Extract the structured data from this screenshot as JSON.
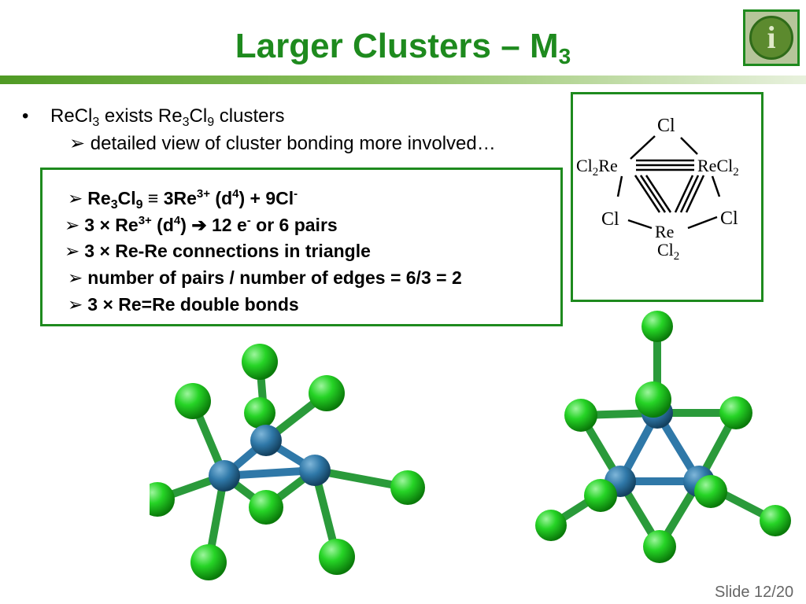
{
  "slide": {
    "title_main": "Larger Clusters – M",
    "title_sub": "3",
    "footer": "Slide 12/20",
    "accent_color": "#1e8a1e"
  },
  "info_button": {
    "icon": "info-icon",
    "glyph": "i"
  },
  "bullet1": {
    "marker": "•",
    "p1": "ReCl",
    "s1": "3",
    "p2": " exists Re",
    "s2": "3",
    "p3": "Cl",
    "s3": "9",
    "p4": " clusters"
  },
  "bullet2": {
    "marker": "➢",
    "text": "detailed view of cluster bonding more involved…"
  },
  "box": {
    "marker": "➢",
    "line1": {
      "p1": "Re",
      "s1": "3",
      "p2": "Cl",
      "s2": "9",
      "p3": " ≡ 3Re",
      "sup1": "3+",
      "p4": " (d",
      "sup2": "4",
      "p5": ") + 9Cl",
      "sup3": "-"
    },
    "line2": {
      "p1": "3 × Re",
      "sup1": "3+",
      "p2": " (d",
      "sup2": "4",
      "p3": ") ",
      "arrow": "➔",
      "p4": " 12 e",
      "sup3": "-",
      "p5": " or 6 pairs"
    },
    "line3": "3 × Re-Re connections in triangle",
    "line4": "number of pairs / number of edges = 6/3 = 2",
    "line5": "3 × Re=Re double bonds"
  },
  "diagram": {
    "cl_top": "Cl",
    "recl2_left_main": "Cl",
    "recl2_left_sub": "2",
    "recl2_left_re": "Re",
    "recl2_right_re": "ReCl",
    "recl2_right_sub": "2",
    "cl_left": "Cl",
    "cl_right": "Cl",
    "re_bottom": "Re",
    "cl2_bottom": "Cl",
    "cl2_bottom_sub": "2"
  },
  "colors": {
    "chlorine": "#1ed41e",
    "rhenium": "#2f78a8"
  }
}
